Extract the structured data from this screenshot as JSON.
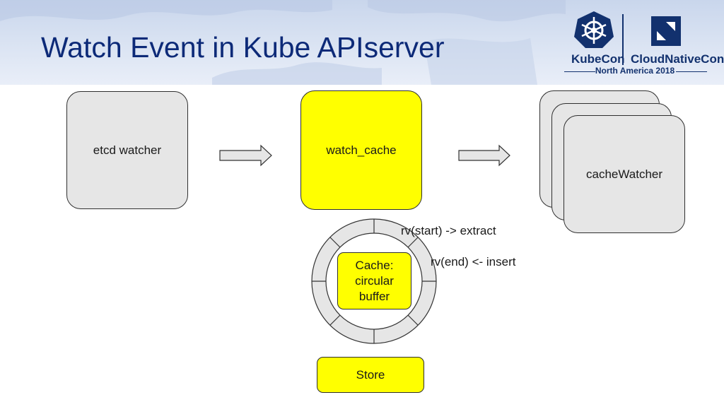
{
  "slide": {
    "title": "Watch Event in Kube APIserver"
  },
  "logo": {
    "kubecon": "KubeCon",
    "cloudnativecon": "CloudNativeCon",
    "subtitle": "North America 2018"
  },
  "diagram": {
    "nodes": {
      "etcd_watcher": "etcd watcher",
      "watch_cache": "watch_cache",
      "cache_watcher": "cacheWatcher",
      "cache_line1": "Cache:",
      "cache_line2": "circular",
      "cache_line3": "buffer",
      "store": "Store"
    },
    "annotations": {
      "extract": "rv(start) -> extract",
      "insert": "rv(end) <- insert"
    },
    "colors": {
      "highlight": "#ffff00",
      "box_gray": "#e6e6e6",
      "ring": "#e6e6e6",
      "title": "#0d2a78"
    }
  }
}
